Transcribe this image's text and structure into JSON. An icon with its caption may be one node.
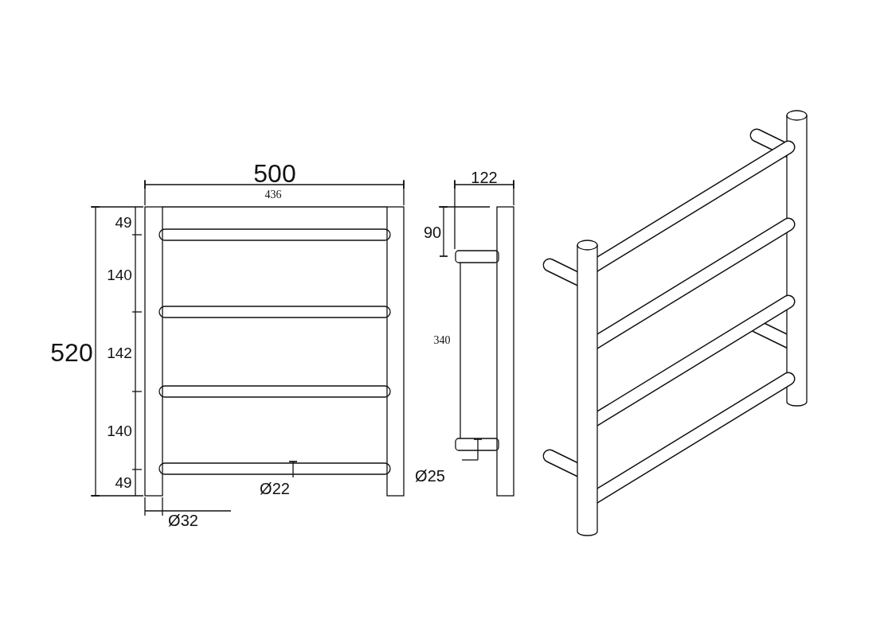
{
  "diagram": {
    "labels": [
      "500",
      "436",
      "122",
      "49",
      "90",
      "140",
      "340",
      "520",
      "142",
      "140",
      "Ø25",
      "49",
      "Ø22",
      "Ø32"
    ]
  }
}
